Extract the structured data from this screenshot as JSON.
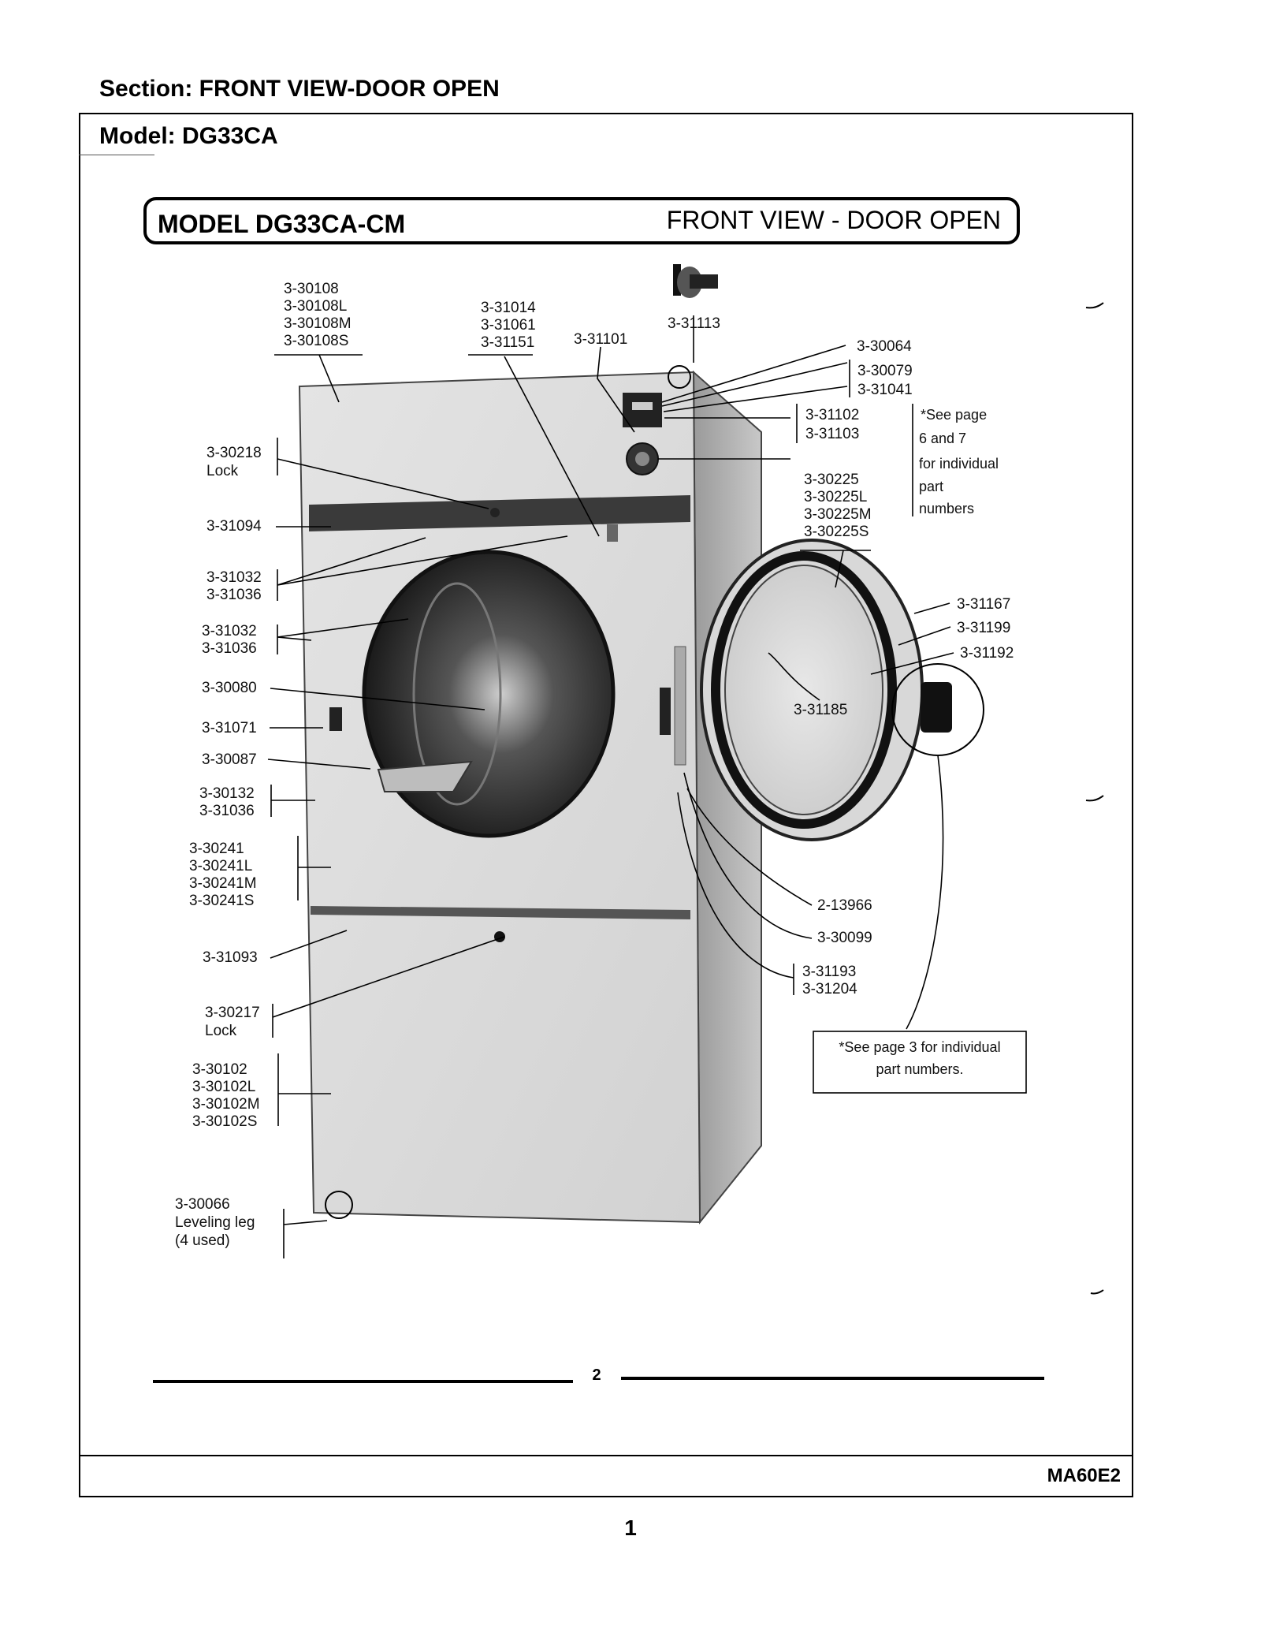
{
  "header": {
    "section": "Section:  FRONT VIEW-DOOR OPEN",
    "model": "Model:  DG33CA"
  },
  "banner": {
    "left": "MODEL DG33CA-CM",
    "right": "FRONT VIEW - DOOR OPEN"
  },
  "labels": {
    "top_panel": [
      "3-30108",
      "3-30108L",
      "3-30108M",
      "3-30108S"
    ],
    "control_group": [
      "3-31014",
      "3-31061",
      "3-31151"
    ],
    "p31101": "3-31101",
    "p31113": "3-31113",
    "p30064": "3-30064",
    "p30079": "3-30079",
    "p31041": "3-31041",
    "p31102": "3-31102",
    "p31103": "3-31103",
    "see_page_67": [
      "*See page",
      "6 and 7",
      "for individual",
      "part",
      "numbers"
    ],
    "door_group": [
      "3-30225",
      "3-30225L",
      "3-30225M",
      "3-30225S"
    ],
    "lock_top": [
      "3-30218",
      "Lock"
    ],
    "p31094": "3-31094",
    "screws_a": [
      "3-31032",
      "3-31036"
    ],
    "screws_b": [
      "3-31032",
      "3-31036"
    ],
    "p30080": "3-30080",
    "p31071": "3-31071",
    "p30087": "3-30087",
    "screws_c": [
      "3-30132",
      "3-31036"
    ],
    "front_panel": [
      "3-30241",
      "3-30241L",
      "3-30241M",
      "3-30241S"
    ],
    "p31093": "3-31093",
    "lock_bottom": [
      "3-30217",
      "Lock"
    ],
    "lower_panel": [
      "3-30102",
      "3-30102L",
      "3-30102M",
      "3-30102S"
    ],
    "leveling_leg": [
      "3-30066",
      "Leveling leg",
      "(4 used)"
    ],
    "p31167": "3-31167",
    "p31199": "3-31199",
    "p31192": "3-31192",
    "p31185": "3-31185",
    "p13966": "2-13966",
    "p30099": "3-30099",
    "hinge_group": [
      "3-31193",
      "3-31204"
    ],
    "see_page_3": [
      "*See page 3 for individual",
      "part numbers."
    ]
  },
  "page_number_inner": "2",
  "footer": {
    "doc_code": "MA60E2",
    "page_number": "1"
  }
}
